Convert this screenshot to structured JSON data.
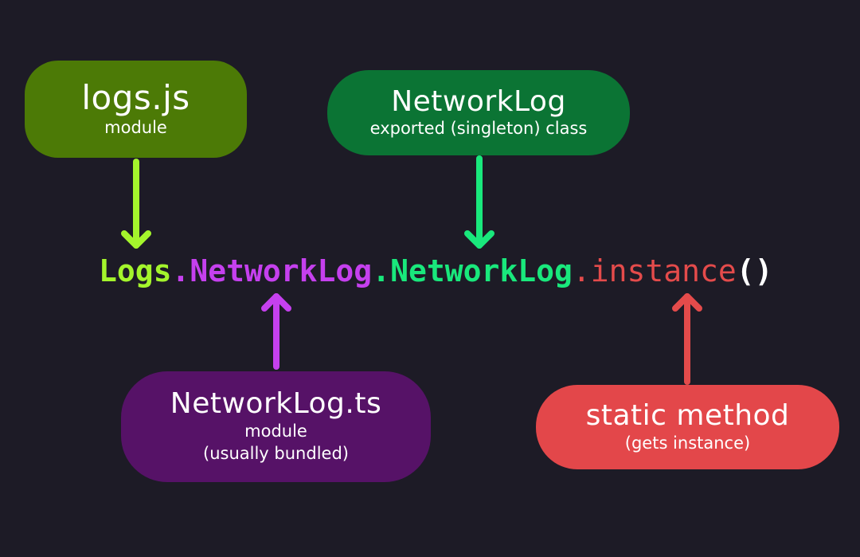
{
  "colors": {
    "background": "#1d1b26",
    "logs_module": "#4c7a06",
    "logs_arrow": "#a4f52c",
    "networklog_class": "#0b7434",
    "networklog_arrow": "#19e87c",
    "networklog_ts_module": "#561267",
    "networklog_ts_arrow": "#c540ee",
    "static_method": "#e3474a",
    "static_arrow": "#e44b4b"
  },
  "boxes": {
    "logs": {
      "title": "logs.js",
      "subtitle": "module"
    },
    "networklog": {
      "title": "NetworkLog",
      "subtitle": "exported (singleton) class"
    },
    "networklog_ts": {
      "title": "NetworkLog.ts",
      "subtitle": "module",
      "note": "(usually bundled)"
    },
    "static": {
      "title": "static method",
      "subtitle": "(gets instance)"
    }
  },
  "code": {
    "part1": "Logs",
    "dot1": ".",
    "part2": "NetworkLog",
    "dot2": ".",
    "part3": "NetworkLog",
    "dot3": ".",
    "part4": "instance",
    "parens": "()"
  }
}
